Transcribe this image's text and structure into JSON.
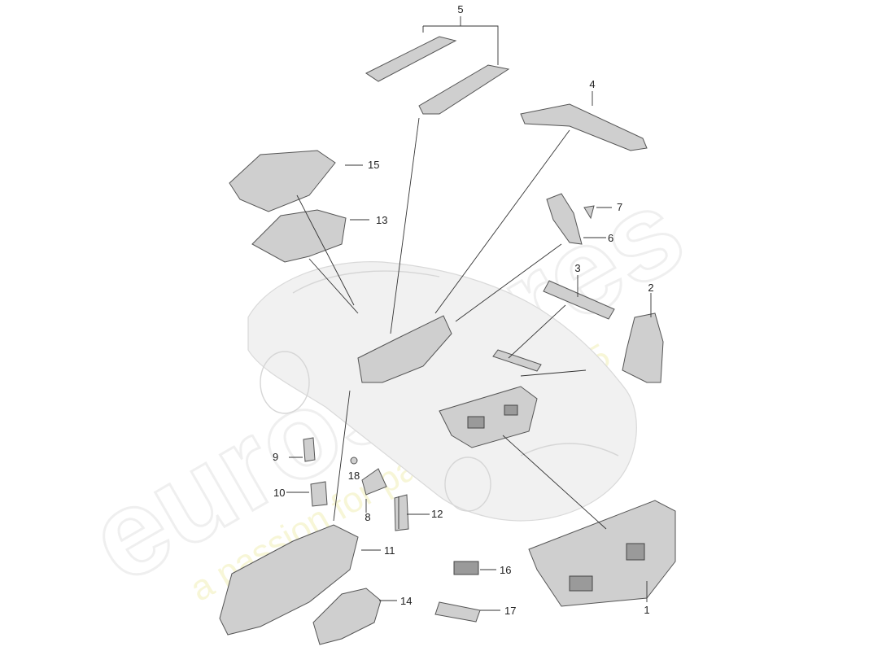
{
  "watermark": {
    "brand": "eurospares",
    "slogan": "a passion for parts since 1985"
  },
  "callouts": [
    {
      "id": "1",
      "label": "1"
    },
    {
      "id": "2",
      "label": "2"
    },
    {
      "id": "3",
      "label": "3"
    },
    {
      "id": "4",
      "label": "4"
    },
    {
      "id": "5",
      "label": "5"
    },
    {
      "id": "6",
      "label": "6"
    },
    {
      "id": "7",
      "label": "7"
    },
    {
      "id": "8",
      "label": "8"
    },
    {
      "id": "9",
      "label": "9"
    },
    {
      "id": "10",
      "label": "10"
    },
    {
      "id": "11",
      "label": "11"
    },
    {
      "id": "12",
      "label": "12"
    },
    {
      "id": "13",
      "label": "13"
    },
    {
      "id": "14",
      "label": "14"
    },
    {
      "id": "15",
      "label": "15"
    },
    {
      "id": "16",
      "label": "16"
    },
    {
      "id": "17",
      "label": "17"
    },
    {
      "id": "18",
      "label": "18"
    }
  ]
}
